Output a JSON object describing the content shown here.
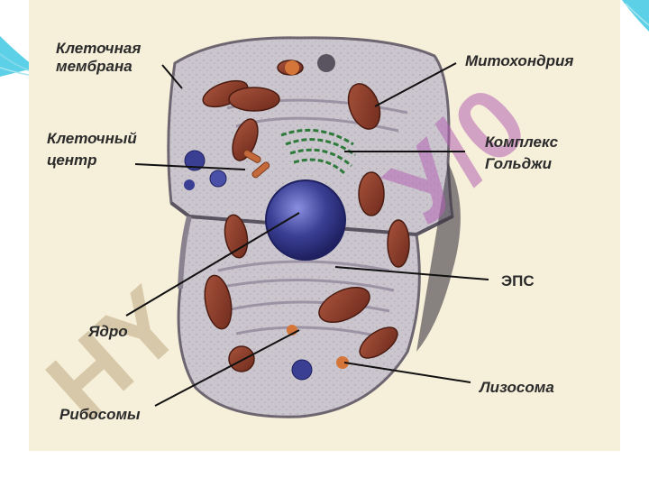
{
  "labels": {
    "membrane_line1": "Клеточная",
    "membrane_line2": "мембрана",
    "mitochondria": "Митохондрия",
    "centrosome_line1": "Клеточный",
    "centrosome_line2": "центр",
    "golgi_line1": "Комплекс",
    "golgi_line2": "Гольджи",
    "er": "ЭПС",
    "nucleus": "Ядро",
    "ribosomes": "Рибосомы",
    "lysosome": "Лизосома"
  },
  "colors": {
    "panel_bg": "#f6efd9",
    "cytoplasm": "#c9c4c9",
    "mitochondria": "#8a3c2a",
    "nucleus": "#3b3f94",
    "golgi": "#2d7a3a",
    "watermark": "#b564b5",
    "slide_accent": "#33c4e0"
  }
}
